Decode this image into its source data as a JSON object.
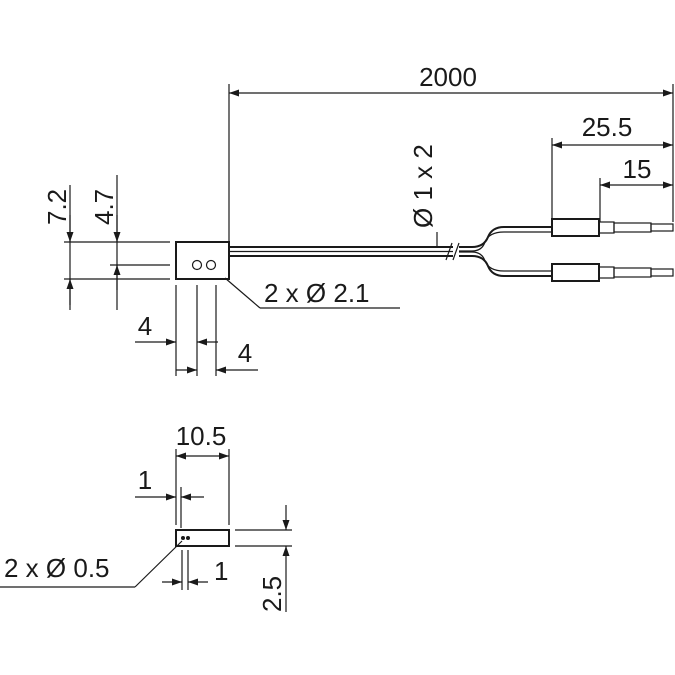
{
  "dimensions": {
    "cable_length": "2000",
    "cable_diameter": "Ø 1 x 2",
    "pin_length": "25.5",
    "pin_tip_length": "15",
    "housing_height": "7.2",
    "hole_offset_height": "4.7",
    "mount_holes": "2 x Ø 2.1",
    "hole_offset_left": "4",
    "hole_spacing": "4",
    "end_width": "10.5",
    "end_offset": "1",
    "end_holes": "2 x Ø 0.5",
    "end_gap": "1",
    "end_height": "2.5"
  }
}
